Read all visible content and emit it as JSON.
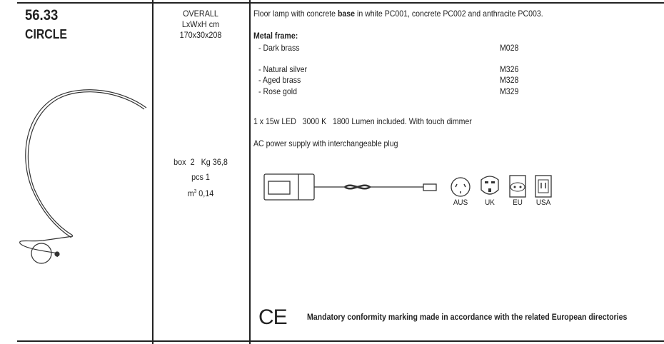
{
  "product": {
    "code": "56.33",
    "name": "CIRCLE"
  },
  "dimensions": {
    "label": "OVERALL",
    "unit": "LxWxH cm",
    "value": "170x30x208"
  },
  "packaging": {
    "box": "box  2   Kg 36,8",
    "pcs": "pcs 1",
    "volume_unit": "m",
    "volume_exp": "3",
    "volume": "0,14"
  },
  "description": {
    "pre": "Floor lamp with concrete ",
    "bold": "base",
    "post": " in white PC001, concrete PC002 and  anthracite PC003."
  },
  "metal_frame": {
    "title": "Metal frame:",
    "items": [
      {
        "name": "- Dark brass",
        "code": "M028"
      },
      {
        "name": "- Natural silver",
        "code": "M326"
      },
      {
        "name": "- Aged brass",
        "code": "M328"
      },
      {
        "name": "- Rose gold",
        "code": "M329"
      }
    ]
  },
  "led": "1 x 15w LED   3000 K   1800 Lumen included. With touch dimmer",
  "power": "AC power supply with interchangeable plug",
  "plugs": [
    "AUS",
    "UK",
    "EU",
    "USA"
  ],
  "ce": {
    "mark": "CE",
    "text": "Mandatory conformity marking made in accordance with the related European directories"
  }
}
